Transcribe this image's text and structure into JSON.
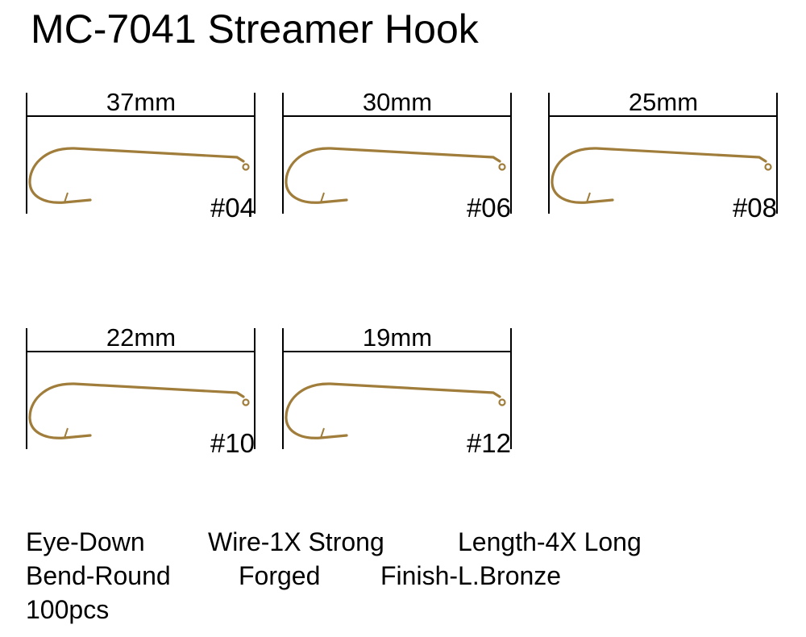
{
  "title": "MC-7041 Streamer Hook",
  "hooks": [
    {
      "length": "37mm",
      "size": "#04"
    },
    {
      "length": "30mm",
      "size": "#06"
    },
    {
      "length": "25mm",
      "size": "#08"
    },
    {
      "length": "22mm",
      "size": "#10"
    },
    {
      "length": "19mm",
      "size": "#12"
    }
  ],
  "specs": {
    "eye": "Eye-Down",
    "wire": "Wire-1X Strong",
    "length": "Length-4X Long",
    "bend": "Bend-Round",
    "forged": "Forged",
    "finish": "Finish-L.Bronze",
    "count": "100pcs"
  },
  "colors": {
    "hook": "#a07d3a",
    "line": "#000000"
  }
}
